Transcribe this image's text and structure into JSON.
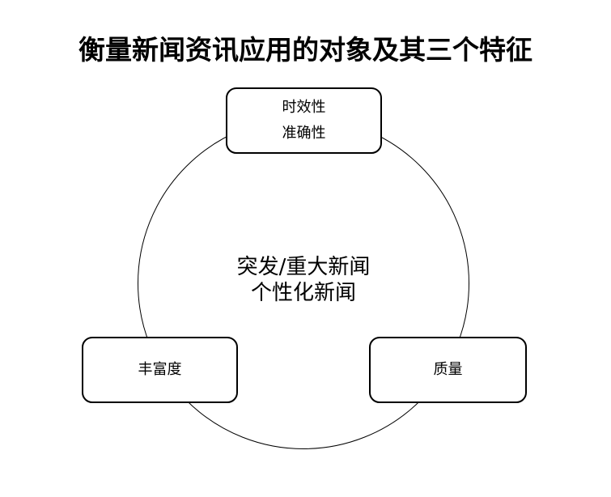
{
  "title": "衡量新闻资讯应用的对象及其三个特征",
  "center": {
    "line1": "突发/重大新闻",
    "line2": "个性化新闻"
  },
  "nodes": {
    "top": {
      "line1": "时效性",
      "line2": "准确性"
    },
    "left": {
      "label": "丰富度"
    },
    "right": {
      "label": "质量"
    }
  }
}
